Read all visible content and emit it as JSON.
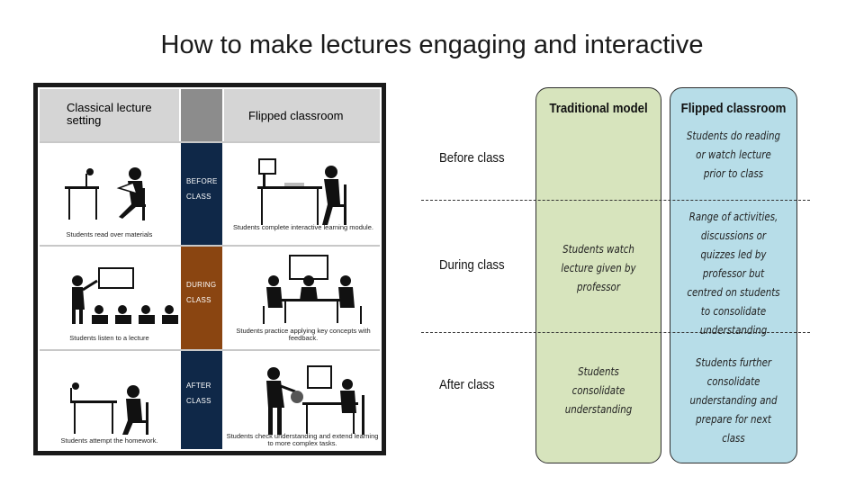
{
  "page": {
    "title": "How to make lectures engaging and interactive"
  },
  "image": {
    "header_left": "Classical lecture setting",
    "header_right": "Flipped classroom",
    "phases": [
      {
        "line1": "BEFORE",
        "line2": "CLASS"
      },
      {
        "line1": "DURING",
        "line2": "CLASS"
      },
      {
        "line1": "AFTER",
        "line2": "CLASS"
      }
    ],
    "captions_left": [
      "Students read over materials",
      "Students listen to a lecture",
      "Students attempt the homework."
    ],
    "captions_right": [
      "Students complete interactive learning module.",
      "Students practice applying key concepts with feedback.",
      "Students check understanding and extend learning to more complex tasks."
    ]
  },
  "diagram": {
    "rows": [
      "Before class",
      "During class",
      "After class"
    ],
    "columns": [
      {
        "heading": "Traditional model",
        "cells": [
          "",
          "Students watch lecture given by professor",
          "Students consolidate understanding"
        ]
      },
      {
        "heading": "Flipped classroom",
        "cells": [
          "Students do reading or watch lecture prior to class",
          "Range of activities, discussions or quizzes led by professor but centred on students to consolidate understanding",
          "Students  further consolidate understanding and prepare for next class"
        ]
      }
    ]
  }
}
